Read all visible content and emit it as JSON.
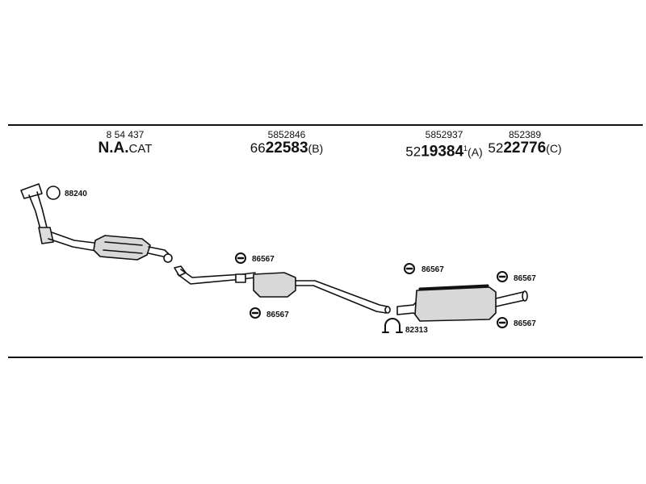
{
  "header": {
    "cat": {
      "ref": "8 54 437",
      "prefix": "N.A.",
      "suffix": "CAT"
    },
    "b": {
      "ref": "5852846",
      "prefix": "66",
      "bold": "22583",
      "suffix": "(B)"
    },
    "a": {
      "ref": "5852937",
      "prefix": "52",
      "bold": "19384",
      "sup": "1",
      "suffix": "(A)"
    },
    "c": {
      "ref": "852389",
      "prefix": "52",
      "bold": "22776",
      "suffix": "(C)"
    }
  },
  "parts": {
    "ring": "88240",
    "hanger1": "86567",
    "hanger2": "86567",
    "hanger3": "86567",
    "hanger4": "86567",
    "hanger5": "86567",
    "clamp": "82313"
  },
  "colors": {
    "line": "#111111",
    "background": "#ffffff"
  }
}
